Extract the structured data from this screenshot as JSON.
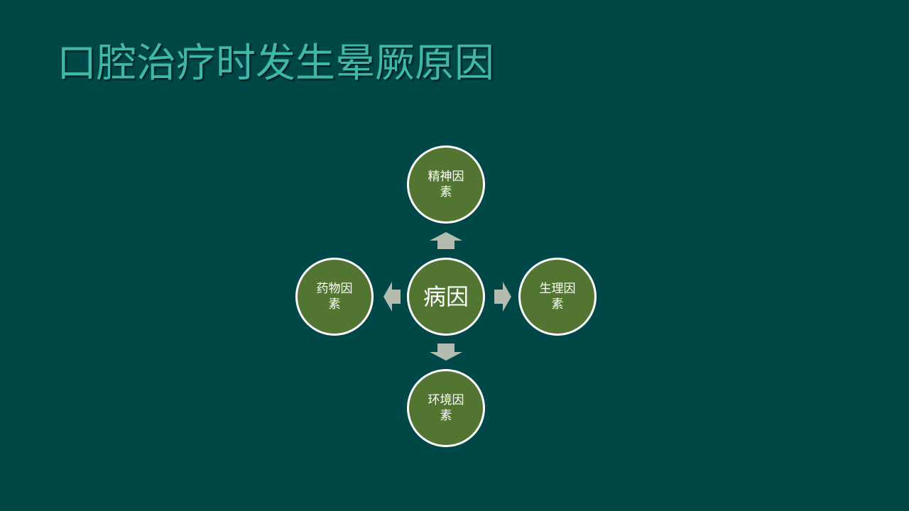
{
  "title": "口腔治疗时发生晕厥原因",
  "colors": {
    "background": "#004848",
    "title": "#3fb8ab",
    "node_fill": "#537532",
    "node_border": "#ffffff",
    "arrow": "#b4bcb0"
  },
  "diagram": {
    "center": "病因",
    "nodes": {
      "top": "精神因素",
      "right": "生理因素",
      "bottom": "环境因素",
      "left": "药物因素"
    }
  }
}
